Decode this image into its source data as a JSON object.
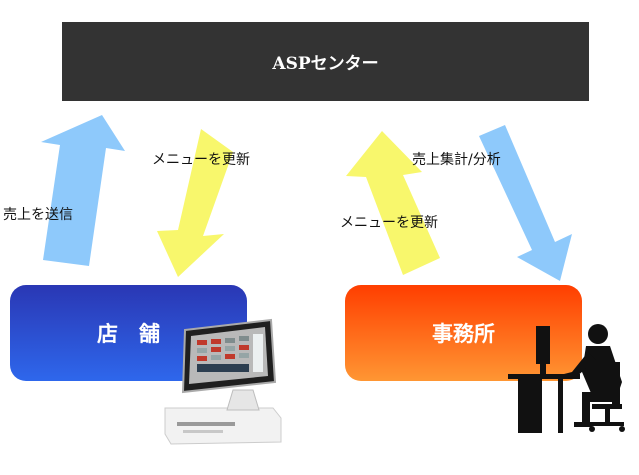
{
  "asp_center": {
    "label": "ASPセンター"
  },
  "store": {
    "label": "店　舗"
  },
  "office": {
    "label": "事務所"
  },
  "flows": {
    "store_to_asp": "売上を送信",
    "asp_to_store": "メニューを更新",
    "office_to_asp": "メニューを更新",
    "asp_to_office": "売上集計/分析"
  },
  "colors": {
    "asp_box": "#333333",
    "store_gradient": [
      "#2a37b4",
      "#2e67ec"
    ],
    "office_gradient": [
      "#ff3e00",
      "#ff9633"
    ],
    "arrow_blue": "#8ec9fb",
    "arrow_yellow": "#f8f76c"
  },
  "icons": [
    "pos-terminal-icon",
    "office-worker-icon"
  ]
}
